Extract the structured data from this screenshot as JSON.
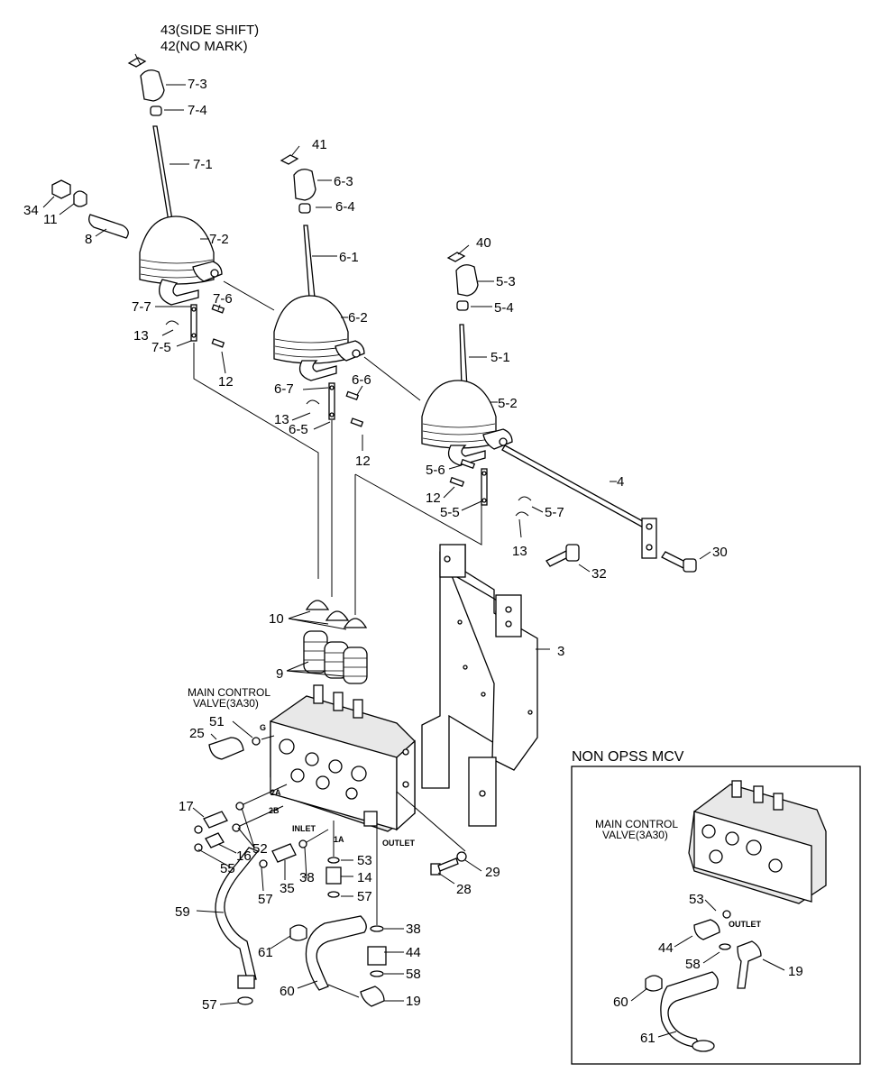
{
  "labels": {
    "l43": "43(SIDE SHIFT)",
    "l42": "42(NO MARK)",
    "l7_3": "7-3",
    "l7_4": "7-4",
    "l7_1": "7-1",
    "l7_2": "7-2",
    "l7_6": "7-6",
    "l7_7": "7-7",
    "l7_5": "7-5",
    "l34": "34",
    "l11": "11",
    "l8": "8",
    "l13a": "13",
    "l12a": "12",
    "l41": "41",
    "l6_3": "6-3",
    "l6_4": "6-4",
    "l6_1": "6-1",
    "l6_2": "6-2",
    "l6_6": "6-6",
    "l6_7": "6-7",
    "l13b": "13",
    "l6_5": "6-5",
    "l12b": "12",
    "l40": "40",
    "l5_3": "5-3",
    "l5_4": "5-4",
    "l5_1": "5-1",
    "l5_2": "5-2",
    "l5_6": "5-6",
    "l4": "4",
    "l12c": "12",
    "l5_5": "5-5",
    "l5_7": "5-7",
    "l13c": "13",
    "l30": "30",
    "l32": "32",
    "l3": "3",
    "l10": "10",
    "l9": "9",
    "mcv_line1": "MAIN CONTROL",
    "mcv_line2": "VALVE(3A30)",
    "l51": "51",
    "l25": "25",
    "port_g": "G",
    "port_2a": "2A",
    "port_2b": "2B",
    "port_inlet": "INLET",
    "port_1a": "1A",
    "port_outlet": "OUTLET",
    "l17": "17",
    "l52": "52",
    "l16": "16",
    "l55": "55",
    "l35": "35",
    "l38a": "38",
    "l53a": "53",
    "l14": "14",
    "l57a": "57",
    "l28": "28",
    "l29": "29",
    "l59": "59",
    "l57b": "57",
    "l61a": "61",
    "l38b": "38",
    "l44a": "44",
    "l58a": "58",
    "l60a": "60",
    "l19a": "19",
    "l57c": "57",
    "inset_title": "NON OPSS MCV",
    "inset_mcv1": "MAIN CONTROL",
    "inset_mcv2": "VALVE(3A30)",
    "l53b": "53",
    "inset_outlet": "OUTLET",
    "l44b": "44",
    "l58b": "58",
    "l19b": "19",
    "l60b": "60",
    "l61b": "61"
  }
}
